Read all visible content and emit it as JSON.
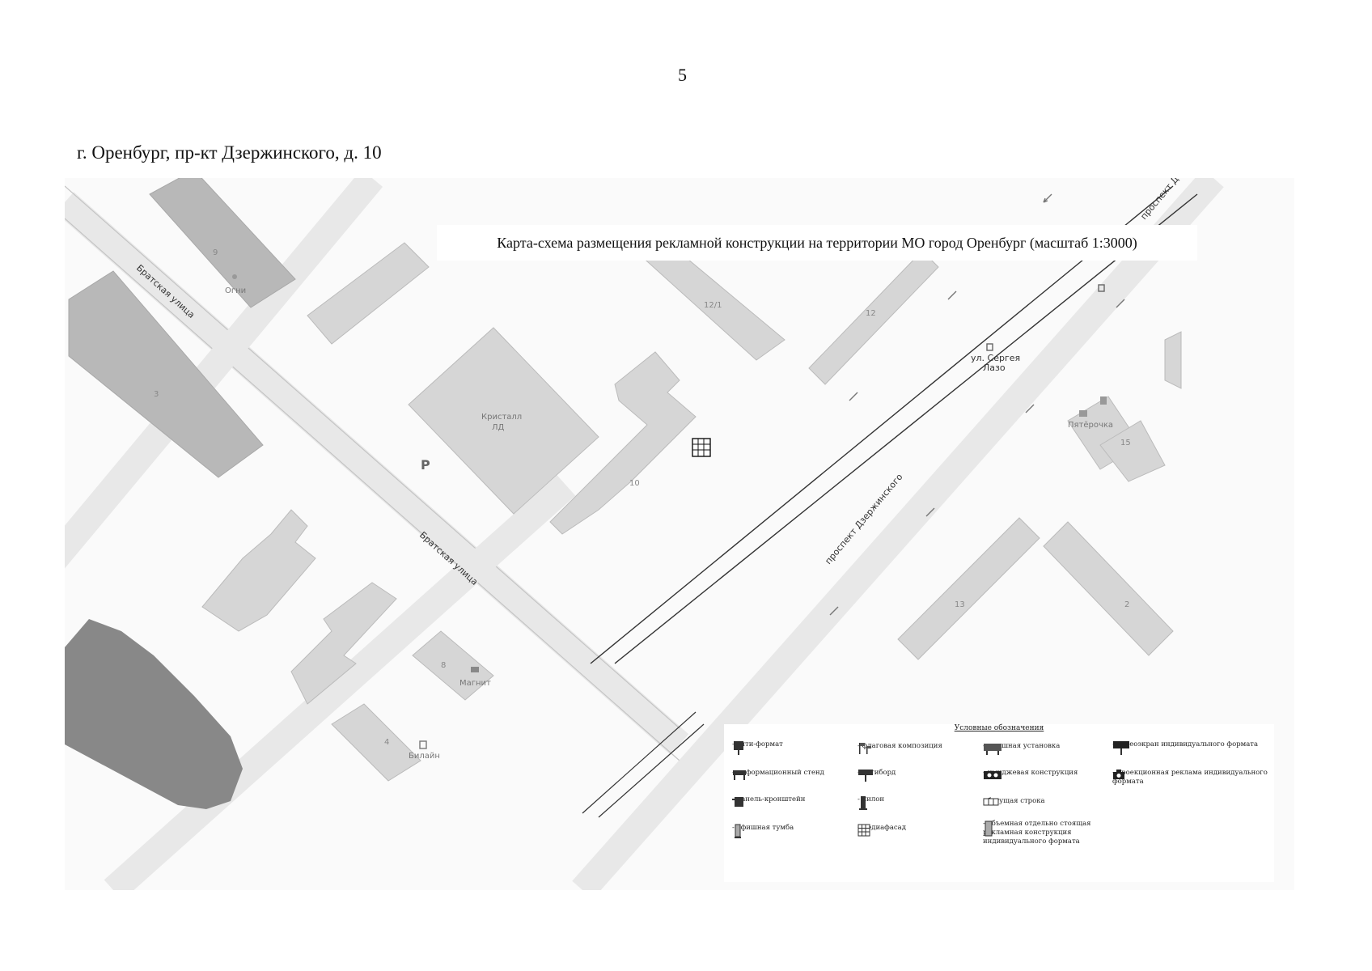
{
  "page": {
    "number": "5",
    "address": "г. Оренбург, пр-кт Дзержинского, д. 10"
  },
  "map": {
    "title": "Карта-схема размещения рекламной конструкции на территории МО город Оренбург (масштаб 1:3000)",
    "streets": {
      "bratskaya_1": "Братская улица",
      "bratskaya_2": "Братская улица",
      "dzerzhinskogo": "проспект Дзержинского",
      "dzerzhinskogo_top": "проспект Д",
      "lazo_1": "ул. Сергея",
      "lazo_2": "Лазо"
    },
    "buildings": {
      "b_9": "9",
      "b_3": "3",
      "b_12_1": "12/1",
      "b_12": "12",
      "b_10": "10",
      "b_13": "13",
      "b_8": "8",
      "b_4": "4",
      "b_15": "15",
      "b_2": "2"
    },
    "pois": {
      "kristall_1": "Кристалл",
      "kristall_2": "ЛД",
      "ogni": "Огни",
      "pyaterochka": "Пятёрочка",
      "magnit": "Магнит",
      "beeline": "Билайн",
      "parking": "P"
    },
    "colors": {
      "building": "#d6d6d6",
      "building_dark": "#b8b8b8",
      "stadium": "#888888"
    }
  },
  "legend": {
    "title": "Условные обозначения",
    "items": [
      {
        "label": "- сити-формат",
        "icon": "city-format-icon"
      },
      {
        "label": "- флаговая композиция",
        "icon": "flag-composition-icon"
      },
      {
        "label": "- крышная установка",
        "icon": "roof-installation-icon"
      },
      {
        "label": "- видеоэкран индивидуального формата",
        "icon": "video-screen-icon"
      },
      {
        "label": "- информационный стенд",
        "icon": "info-stand-icon"
      },
      {
        "label": "- ситиборд",
        "icon": "cityboard-icon"
      },
      {
        "label": "- имиджевая конструкция",
        "icon": "image-construction-icon"
      },
      {
        "label": "- проекционная реклама индивидуального формата",
        "icon": "projection-icon"
      },
      {
        "label": "- панель-кронштейн",
        "icon": "panel-bracket-icon"
      },
      {
        "label": "- пилон",
        "icon": "pylon-icon"
      },
      {
        "label": "- бегущая строка",
        "icon": "running-line-icon"
      },
      {
        "label": "- афишная тумба",
        "icon": "poster-column-icon"
      },
      {
        "label": "- медиафасад",
        "icon": "media-facade-icon"
      },
      {
        "label": "- объемная отдельно стоящая рекламная конструкция индивидуального формата",
        "icon": "volumetric-construction-icon"
      }
    ]
  }
}
